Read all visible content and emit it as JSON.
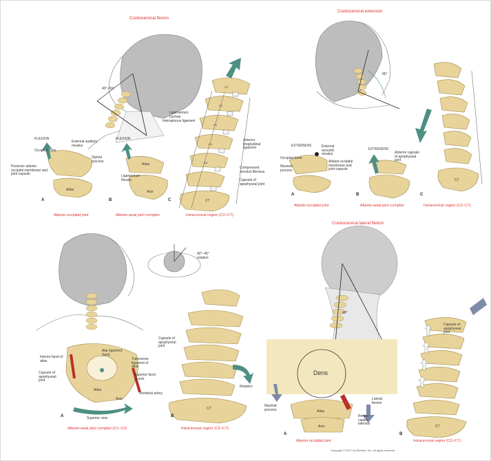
{
  "panel1": {
    "title": "Craniocervical flexion",
    "angle": "40°–50°",
    "labels": {
      "flexion_a": "FLEXION",
      "occipital_bone": "Occipital bone",
      "ext_aud": "External auditory meatus",
      "styloid": "Styloid process",
      "post_atlanto": "Posterior atlanto-occipital membrane and joint capsule",
      "atlas": "Atlas",
      "flexion_b": "FLEXION",
      "atlas_b": "Atlas",
      "ligamentum_flavum": "Ligamentum flavum",
      "axis": "Axis",
      "lig_nuchae": "Ligamentum nuchae",
      "interspinous": "Interspinous ligament",
      "ant_long": "Anterior longitudinal ligament",
      "compressed": "Compressed annulus fibrosus",
      "capsule": "Capsule of apophyseal joint",
      "c7": "C7"
    },
    "letters": [
      "A",
      "B",
      "C"
    ],
    "captions": [
      "Atlanto-occipital joint",
      "Atlanto-axial joint complex",
      "Intracervical region (C2–C7)"
    ]
  },
  "panel2": {
    "title": "Craniocervical extension",
    "angle": "85°",
    "labels": {
      "extension_a": "EXTENSION",
      "ext_aud": "External acoustic meatus",
      "mastoid": "Mastoid process",
      "atlanto_occ": "Atlanto-occipital membrane and joint capsule",
      "occ": "Occipital bone",
      "extension_b": "EXTENSION",
      "ant_capsule": "Anterior capsule of apophyseal joint",
      "c7": "C7"
    },
    "letters": [
      "A",
      "B",
      "C"
    ],
    "captions": [
      "Atlanto-occipital joint",
      "Atlanto-axial joint complex",
      "Intracervical region (C2–C7)"
    ]
  },
  "panel3": {
    "angle": "40°–45° rotation",
    "labels": {
      "inf_facet": "Inferior facet of atlas",
      "alar": "Alar ligament (taut)",
      "transverse": "Transverse ligament of atlas",
      "capsule": "Capsule of apophyseal joint",
      "sup_facet": "Superior facet of axis",
      "vertebral_artery": "Vertebral artery",
      "superior_view": "Superior view",
      "atlas": "Atlas",
      "axis": "Axis",
      "capsule_c": "Capsule of apophyseal joint",
      "rotation": "Rotation",
      "c7": "C7"
    },
    "letters": [
      "A",
      "B"
    ],
    "captions": [
      "Atlanto-axial joint complex (C1–C2)",
      "Intracervical region (C2–C7)"
    ]
  },
  "panel4": {
    "title": "Craniocervical lateral flexion",
    "angle": "40°",
    "labels": {
      "dens": "Dens",
      "mastoid": "Mastoid process",
      "lateral_flexion": "Lateral flexion",
      "rectus": "Rectus capitis lateralis",
      "atlas": "Atlas",
      "axis": "Axis",
      "capsule": "Capsule of apophyseal joint",
      "c7": "C7"
    },
    "letters": [
      "A",
      "B"
    ],
    "captions": [
      "Atlanto-occipital joint",
      "Intracervical region (C2–C7)"
    ],
    "copyright": "Copyright © 2017 by Elsevier, Inc. All rights reserved."
  },
  "colors": {
    "bone": "#e8d49a",
    "bone_shade": "#c9ad6a",
    "outline": "#6b5a30",
    "arrow_teal": "#4e8f84",
    "caption_red": "#e03030",
    "skin": "#f4f4f4",
    "hair": "#a9a9a9",
    "ligament_red": "#b8322a"
  }
}
